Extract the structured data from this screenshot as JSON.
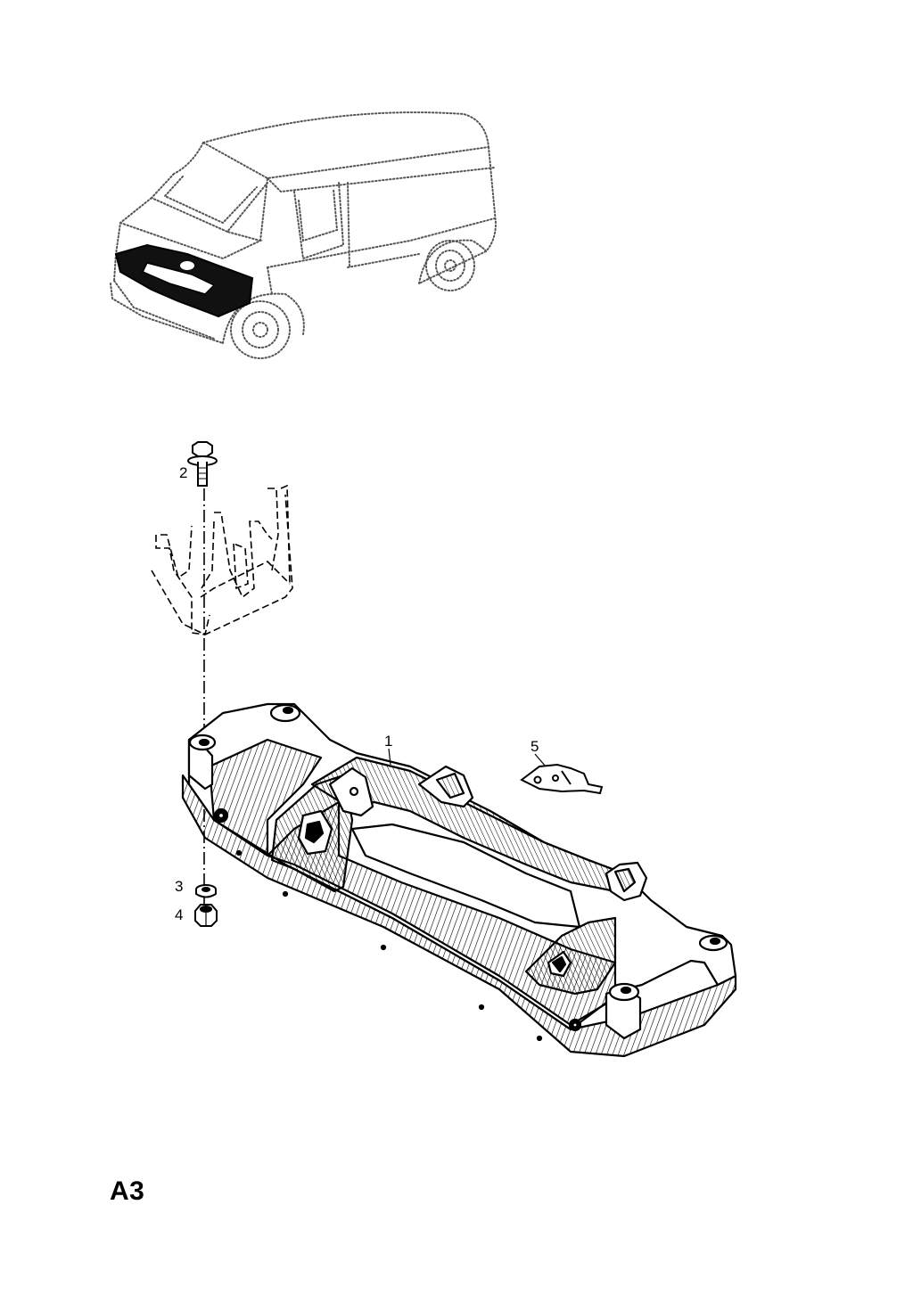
{
  "diagram": {
    "page_code": "A3",
    "callouts": {
      "c1": "1",
      "c2": "2",
      "c3": "3",
      "c4": "4",
      "c5": "5"
    }
  }
}
